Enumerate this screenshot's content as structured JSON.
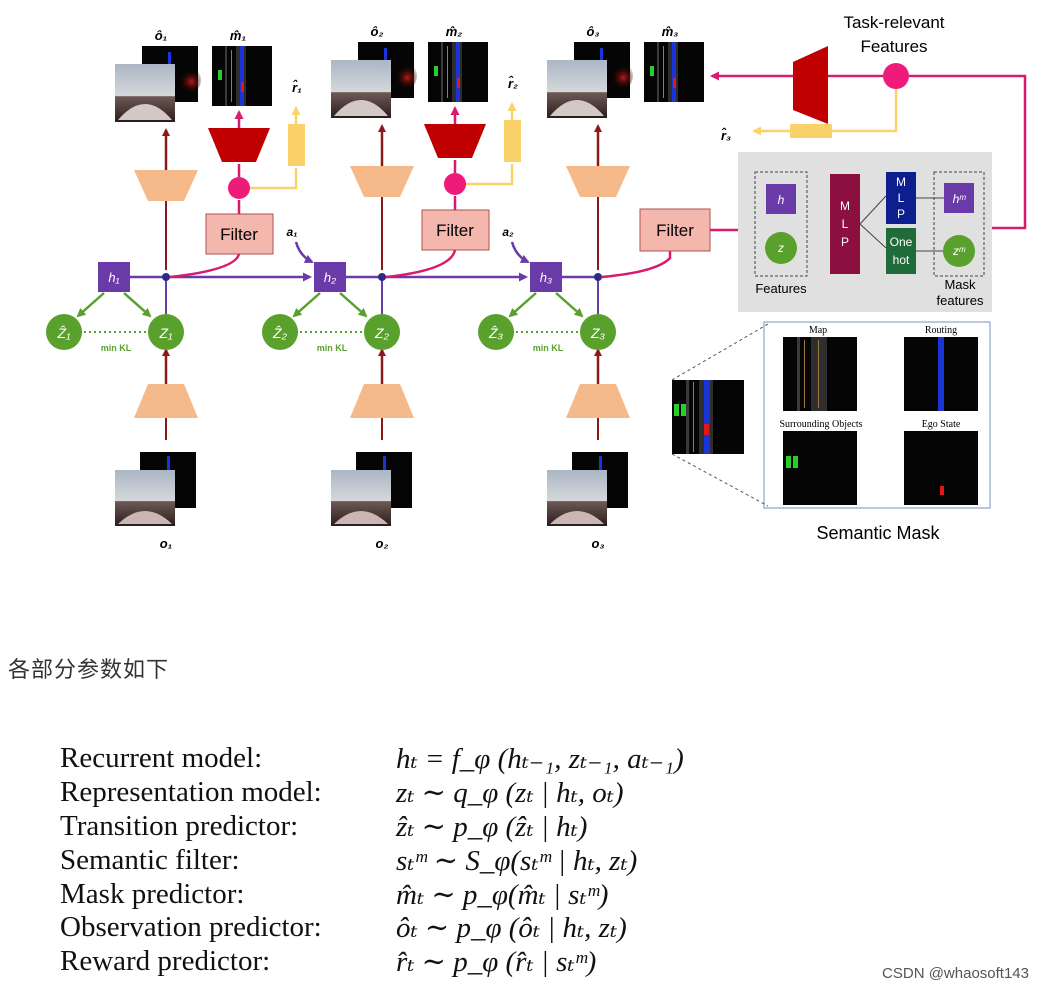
{
  "figure": {
    "task_features_line1": "Task-relevant",
    "task_features_line2": "Features",
    "obs_pred_labels": [
      "ô₁",
      "ô₂",
      "ô₃"
    ],
    "mask_pred_labels": [
      "m̂₁",
      "m̂₂",
      "m̂₃"
    ],
    "reward_labels": [
      "r̂₁",
      "r̂₂",
      "r̂₃"
    ],
    "hidden_labels": [
      "h₁",
      "h₂",
      "h₃"
    ],
    "latent_labels": [
      "Z₁",
      "Z₂",
      "Z₃"
    ],
    "prior_labels": [
      "Ẑ₁",
      "Ẑ₂",
      "Ẑ₃"
    ],
    "action_labels": [
      "a₁",
      "a₂"
    ],
    "obs_labels": [
      "o₁",
      "o₂",
      "o₃"
    ],
    "filter_label": "Filter",
    "min_kl_label": "min KL",
    "features_panel": {
      "h": "h",
      "z": "z",
      "features": "Features",
      "mlp_vertical": [
        "M",
        "L",
        "P"
      ],
      "mlp_small": [
        "M",
        "L",
        "P"
      ],
      "onehot_line1": "One",
      "onehot_line2": "hot",
      "hm": "hᵐ",
      "zm": "zᵐ",
      "mask_features_line1": "Mask",
      "mask_features_line2": "features"
    },
    "semantic_mask": {
      "map": "Map",
      "routing": "Routing",
      "surrounding": "Surrounding Objects",
      "ego": "Ego State",
      "title": "Semantic Mask"
    }
  },
  "caption": "各部分参数如下",
  "equations": [
    {
      "name": "Recurrent model:",
      "formula": "hₜ = f_φ (hₜ₋₁, zₜ₋₁, aₜ₋₁)"
    },
    {
      "name": "Representation model:",
      "formula": "zₜ ∼ q_φ (zₜ | hₜ, oₜ)"
    },
    {
      "name": "Transition predictor:",
      "formula": "ẑₜ ∼ p_φ (ẑₜ | hₜ)"
    },
    {
      "name": "Semantic filter:",
      "formula": "sₜᵐ ∼ S_φ(sₜᵐ | hₜ, zₜ)"
    },
    {
      "name": "Mask predictor:",
      "formula": "m̂ₜ ∼ p_φ(m̂ₜ | sₜᵐ)"
    },
    {
      "name": "Observation predictor:",
      "formula": "ôₜ ∼ p_φ (ôₜ | hₜ, zₜ)"
    },
    {
      "name": "Reward predictor:",
      "formula": "r̂ₜ ∼ p_φ (r̂ₜ | sₜᵐ)"
    }
  ],
  "watermark": "CSDN @whaosoft143",
  "colors": {
    "purple": "#6a3aa8",
    "green": "#5aa02c",
    "magenta": "#d81b6d",
    "red": "#c00000",
    "orange": "#f6b98a",
    "yellow": "#fbd16a",
    "filter": "#f4b7ad",
    "darkred": "#8b1a1a",
    "mlp_maroon": "#8b1040",
    "mlp_navy": "#0d1f8f",
    "onehot_green": "#1f6b3a"
  }
}
